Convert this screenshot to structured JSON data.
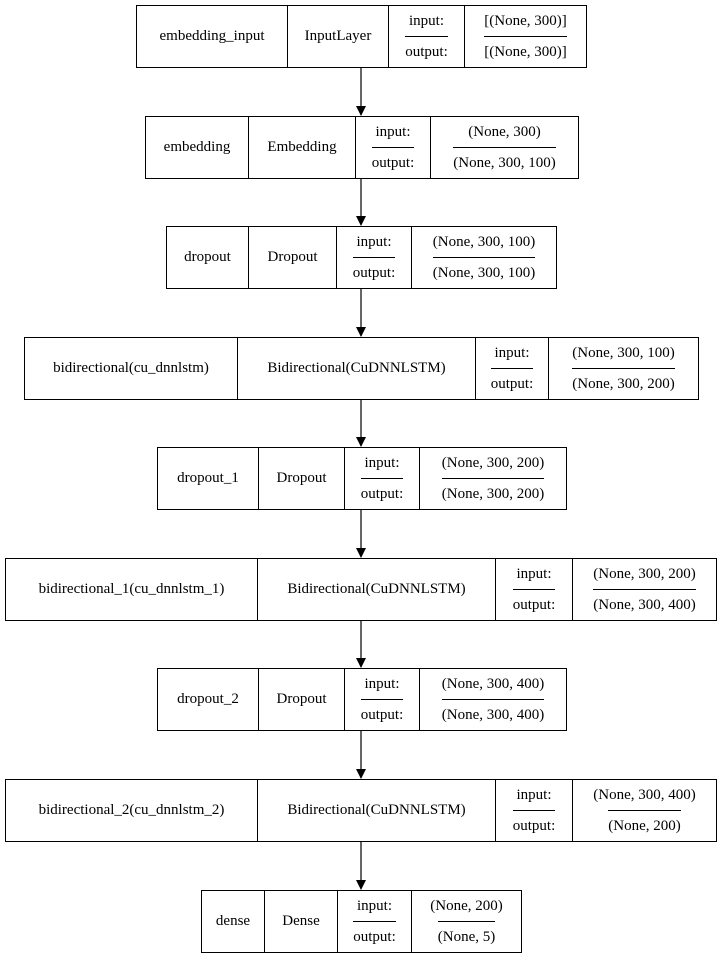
{
  "layers": [
    {
      "name": "embedding_input",
      "type": "InputLayer",
      "in_label": "input:",
      "out_label": "output:",
      "in_shape": "[(None, 300)]",
      "out_shape": "[(None, 300)]"
    },
    {
      "name": "embedding",
      "type": "Embedding",
      "in_label": "input:",
      "out_label": "output:",
      "in_shape": "(None, 300)",
      "out_shape": "(None, 300, 100)"
    },
    {
      "name": "dropout",
      "type": "Dropout",
      "in_label": "input:",
      "out_label": "output:",
      "in_shape": "(None, 300, 100)",
      "out_shape": "(None, 300, 100)"
    },
    {
      "name": "bidirectional(cu_dnnlstm)",
      "type": "Bidirectional(CuDNNLSTM)",
      "in_label": "input:",
      "out_label": "output:",
      "in_shape": "(None, 300, 100)",
      "out_shape": "(None, 300, 200)"
    },
    {
      "name": "dropout_1",
      "type": "Dropout",
      "in_label": "input:",
      "out_label": "output:",
      "in_shape": "(None, 300, 200)",
      "out_shape": "(None, 300, 200)"
    },
    {
      "name": "bidirectional_1(cu_dnnlstm_1)",
      "type": "Bidirectional(CuDNNLSTM)",
      "in_label": "input:",
      "out_label": "output:",
      "in_shape": "(None, 300, 200)",
      "out_shape": "(None, 300, 400)"
    },
    {
      "name": "dropout_2",
      "type": "Dropout",
      "in_label": "input:",
      "out_label": "output:",
      "in_shape": "(None, 300, 400)",
      "out_shape": "(None, 300, 400)"
    },
    {
      "name": "bidirectional_2(cu_dnnlstm_2)",
      "type": "Bidirectional(CuDNNLSTM)",
      "in_label": "input:",
      "out_label": "output:",
      "in_shape": "(None, 300, 400)",
      "out_shape": "(None, 200)"
    },
    {
      "name": "dense",
      "type": "Dense",
      "in_label": "input:",
      "out_label": "output:",
      "in_shape": "(None, 200)",
      "out_shape": "(None, 5)"
    }
  ]
}
